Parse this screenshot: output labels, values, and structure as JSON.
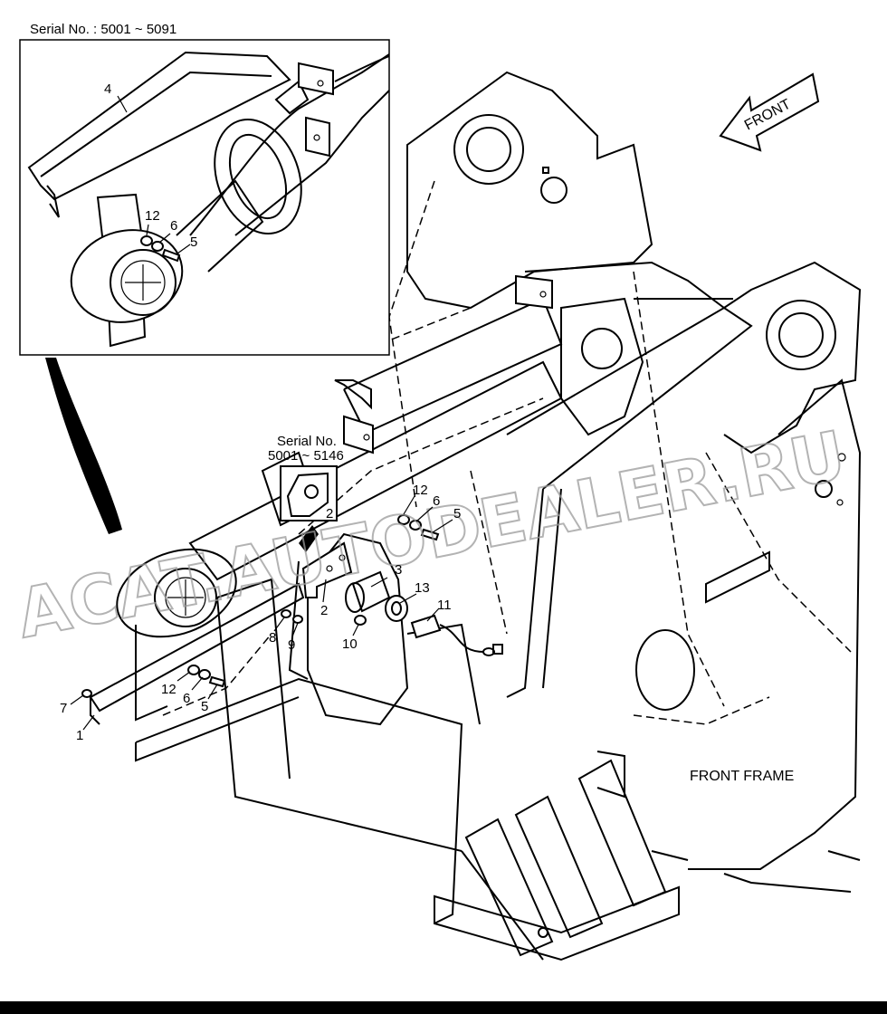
{
  "inset": {
    "serial_label": "Serial No. : 5001 ~ 5091"
  },
  "callout": {
    "serial_line1": "Serial No.",
    "serial_line2": "5001 ~ 5146"
  },
  "front_arrow": {
    "label": "FRONT"
  },
  "frame_label": "FRONT FRAME",
  "watermark": "ACAT.AUTODEALER.RU",
  "part_numbers": {
    "p4": "4",
    "p12_inset": "12",
    "p6_inset": "6",
    "p5_inset": "5",
    "p2_callout": "2",
    "p12_mid": "12",
    "p6_mid": "6",
    "p5_mid": "5",
    "p3": "3",
    "p13": "13",
    "p11": "11",
    "p2_bracket": "2",
    "p8": "8",
    "p9": "9",
    "p10": "10",
    "p7": "7",
    "p1": "1",
    "p12_low": "12",
    "p6_low": "6",
    "p5_low": "5"
  }
}
